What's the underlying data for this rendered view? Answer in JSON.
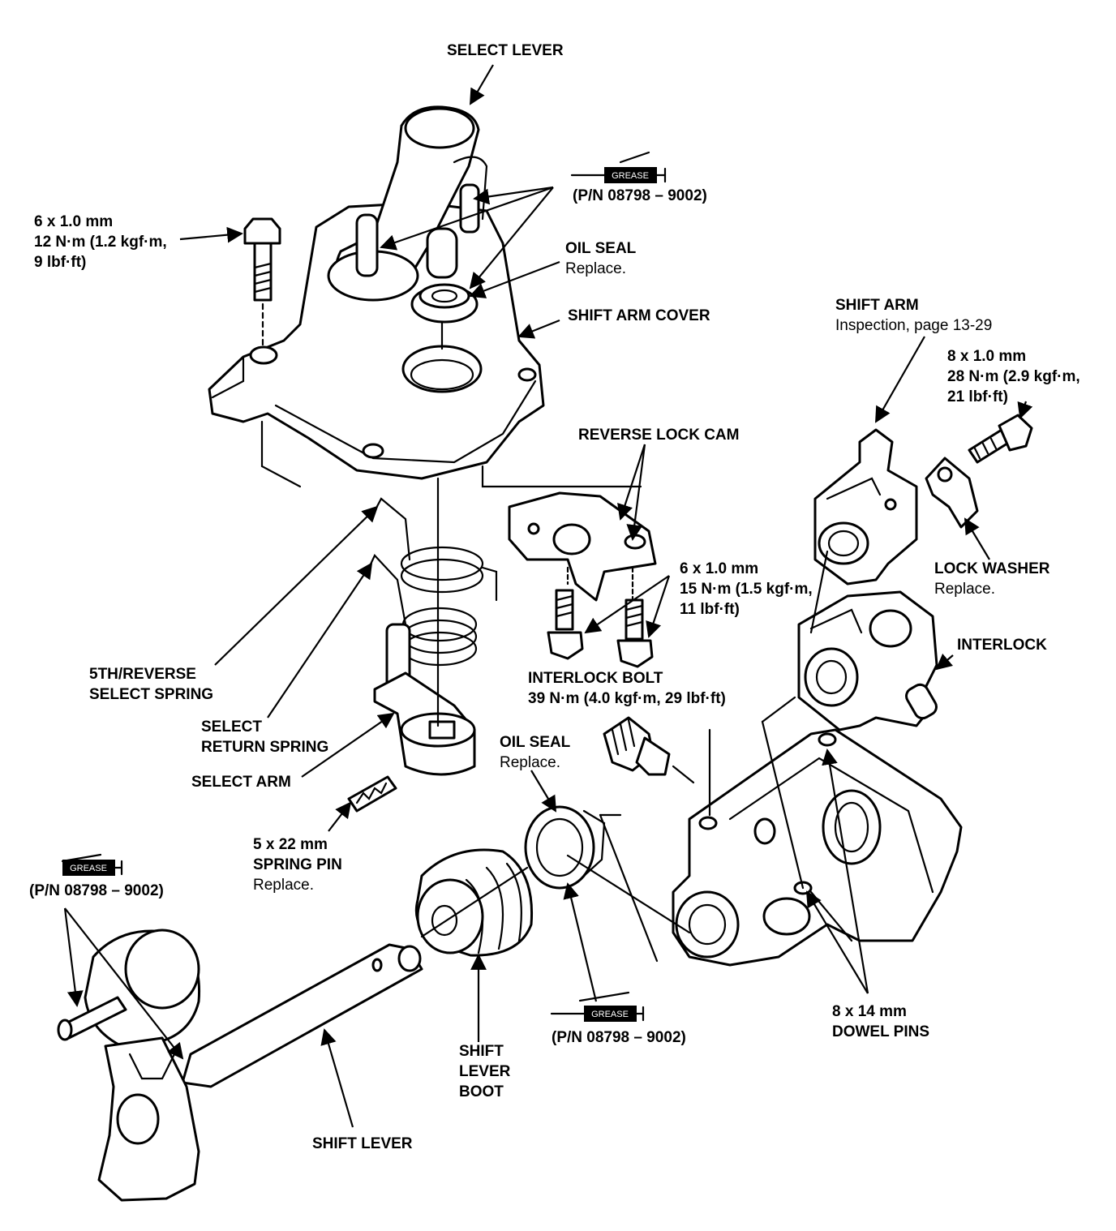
{
  "labels": {
    "select_lever": "SELECT LEVER",
    "grease_top_pn": "(P/N 08798 – 9002)",
    "bolt_cover": [
      "6 x 1.0 mm",
      "12 N·m (1.2 kgf·m,",
      "9 lbf·ft)"
    ],
    "oil_seal_top": [
      "OIL SEAL",
      "Replace."
    ],
    "shift_arm_cover": "SHIFT ARM COVER",
    "shift_arm": [
      "SHIFT ARM",
      "Inspection, page 13-29"
    ],
    "bolt_shift_arm": [
      "8 x 1.0 mm",
      "28 N·m (2.9 kgf·m,",
      "21 lbf·ft)"
    ],
    "reverse_lock_cam": "REVERSE LOCK CAM",
    "bolt_cam": [
      "6 x 1.0 mm",
      "15 N·m (1.5 kgf·m,",
      "11 lbf·ft)"
    ],
    "lock_washer": [
      "LOCK WASHER",
      "Replace."
    ],
    "interlock": "INTERLOCK",
    "interlock_bolt": [
      "INTERLOCK BOLT",
      "39 N·m (4.0 kgf·m, 29 lbf·ft)"
    ],
    "fifth_reverse_spring": [
      "5TH/REVERSE",
      "SELECT SPRING"
    ],
    "select_return_spring": [
      "SELECT",
      "RETURN SPRING"
    ],
    "select_arm": "SELECT ARM",
    "oil_seal_mid": [
      "OIL SEAL",
      "Replace."
    ],
    "spring_pin": [
      "5 x 22 mm",
      "SPRING PIN",
      "Replace."
    ],
    "grease_left_pn": "(P/N 08798 – 9002)",
    "grease_bottom_pn": "(P/N 08798 – 9002)",
    "shift_lever_boot": [
      "SHIFT",
      "LEVER",
      "BOOT"
    ],
    "dowel_pins": [
      "8 x 14 mm",
      "DOWEL PINS"
    ],
    "shift_lever": "SHIFT LEVER",
    "grease_tag": "GREASE"
  }
}
